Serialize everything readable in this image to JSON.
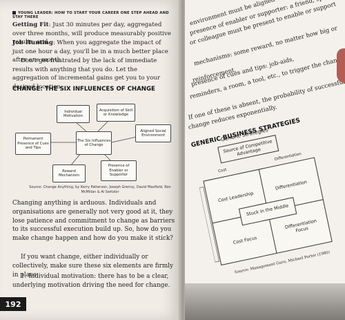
{
  "left_page": {
    "header": "YOUNG LEADER: HOW TO START YOUR CAREER ONE STEP AHEAD AND STAY THERE",
    "p1_bold": "Getting Fit",
    "p1_text": ": Just 30 minutes per day, aggregated over three months, will produce measurably positive results, and",
    "p2_bold": "Job Hunting",
    "p2_text": ": When you aggregate the impact of just one hour a day, you'll be in a much better place after one month.",
    "p3_text": "Don't get frustrated by the lack of immediate results with anything that you do. Let the aggregation of incremental gains get you to your desired location.",
    "heading": "CHANGE: THE SIX INFLUENCES OF CHANGE",
    "diagram": {
      "individual": "Individual Motivation",
      "acquisition": "Acquisition of Skill or Knowledge",
      "permanent": "Permanent Presence of Cues and Tips",
      "center": "The Six Influences of Change",
      "aligned": "Aligned Social Environment",
      "reward": "Reward Mechanism",
      "presence": "Presence of Enabler or Supporter"
    },
    "source": "Source: Change Anything, by Kerry Patterson, Joseph Grenny, David Maxfield, Ron McMillan & Al Switzler",
    "body1": "Changing anything is arduous. Individuals and organisations are generally not very good at it, they lose patience and commitment to change as barriers to its successful execution build up. So, how do you make change happen and how do you make it stick?",
    "body2": "If you want change, either individually or collectively, make sure these six elements are firmly in place:",
    "body3": "1. Individual motivation: there has to be a clear, underlying motivation driving the need for change.",
    "page_number": "192"
  },
  "right_page": {
    "lines": [
      "environment must be aligned with",
      "presence of enabler or supporter: a friend, spouse,",
      "or colleague must be present to enable or support",
      "mechanisms: some reward, no matter how big or",
      "reinforcement.",
      "presence of cues and tips: job-aids,",
      "reminders, a room, a tool, etc., to trigger the change",
      "If one of these is absent, the probability of successful",
      "change reduces exponentially."
    ],
    "heading": "GENERIC BUSINESS STRATEGIES",
    "strategy": {
      "title": "Generic Strategies",
      "source_box": "Source of Competitive Advantage",
      "cost": "Cost",
      "differentiation_top": "Differentiation",
      "cost_leadership": "Cost Leadership",
      "differentiation": "Differentiation",
      "stuck": "Stuck in the Middle",
      "cost_focus": "Cost Focus",
      "differentiation_focus": "Differentiation Focus",
      "source": "Source: Management Guru, Michael Porter (1980)"
    }
  }
}
